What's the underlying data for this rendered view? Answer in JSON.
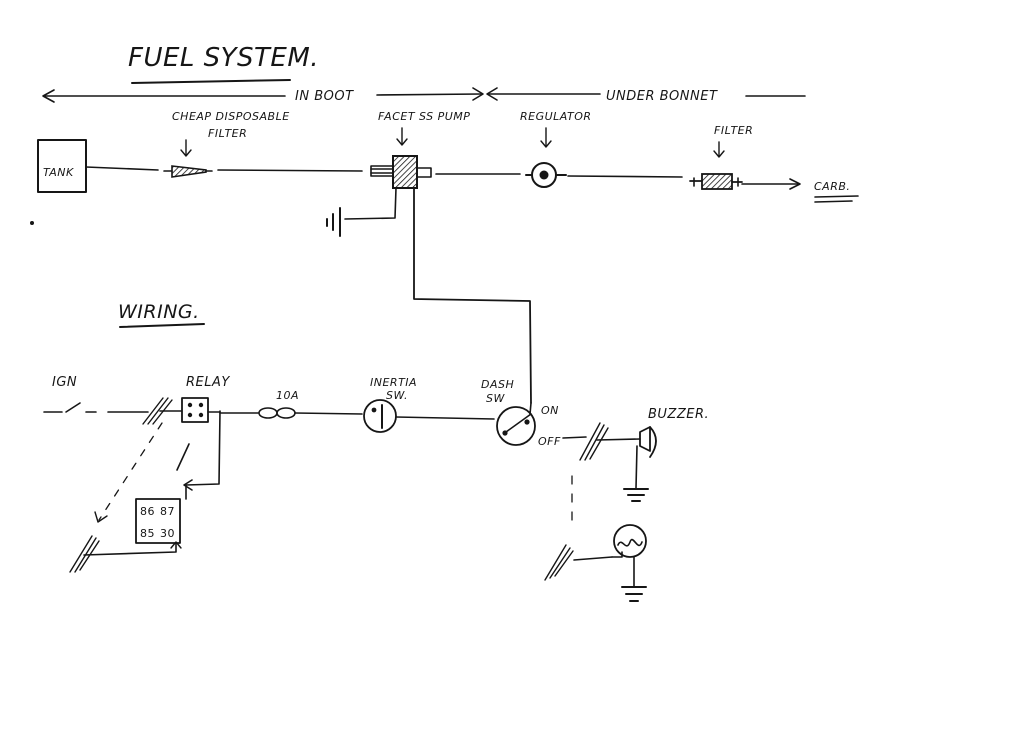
{
  "headings": {
    "fuel_system": "FUEL SYSTEM.",
    "wiring": "WIRING."
  },
  "zones": {
    "in_boot": "IN BOOT",
    "under_bonnet": "UNDER BONNET"
  },
  "fuel_labels": {
    "tank": "TANK",
    "cheap_filter_line1": "CHEAP DISPOSABLE",
    "cheap_filter_line2": "FILTER",
    "pump": "FACET SS PUMP",
    "regulator": "REGULATOR",
    "filter": "FILTER",
    "carb": "CARB."
  },
  "wiring_labels": {
    "ign": "IGN",
    "relay": "RELAY",
    "fuse": "10A",
    "inertia_line1": "INERTIA",
    "inertia_line2": "SW.",
    "dash_line1": "DASH",
    "dash_line2": "SW",
    "on": "ON",
    "off": "OFF",
    "buzzer": "BUZZER."
  },
  "relay_terminals": {
    "t86": "86",
    "t87": "87",
    "t85": "85",
    "t30": "30"
  },
  "colors": {
    "ink": "#161616",
    "paper": "#ffffff"
  }
}
